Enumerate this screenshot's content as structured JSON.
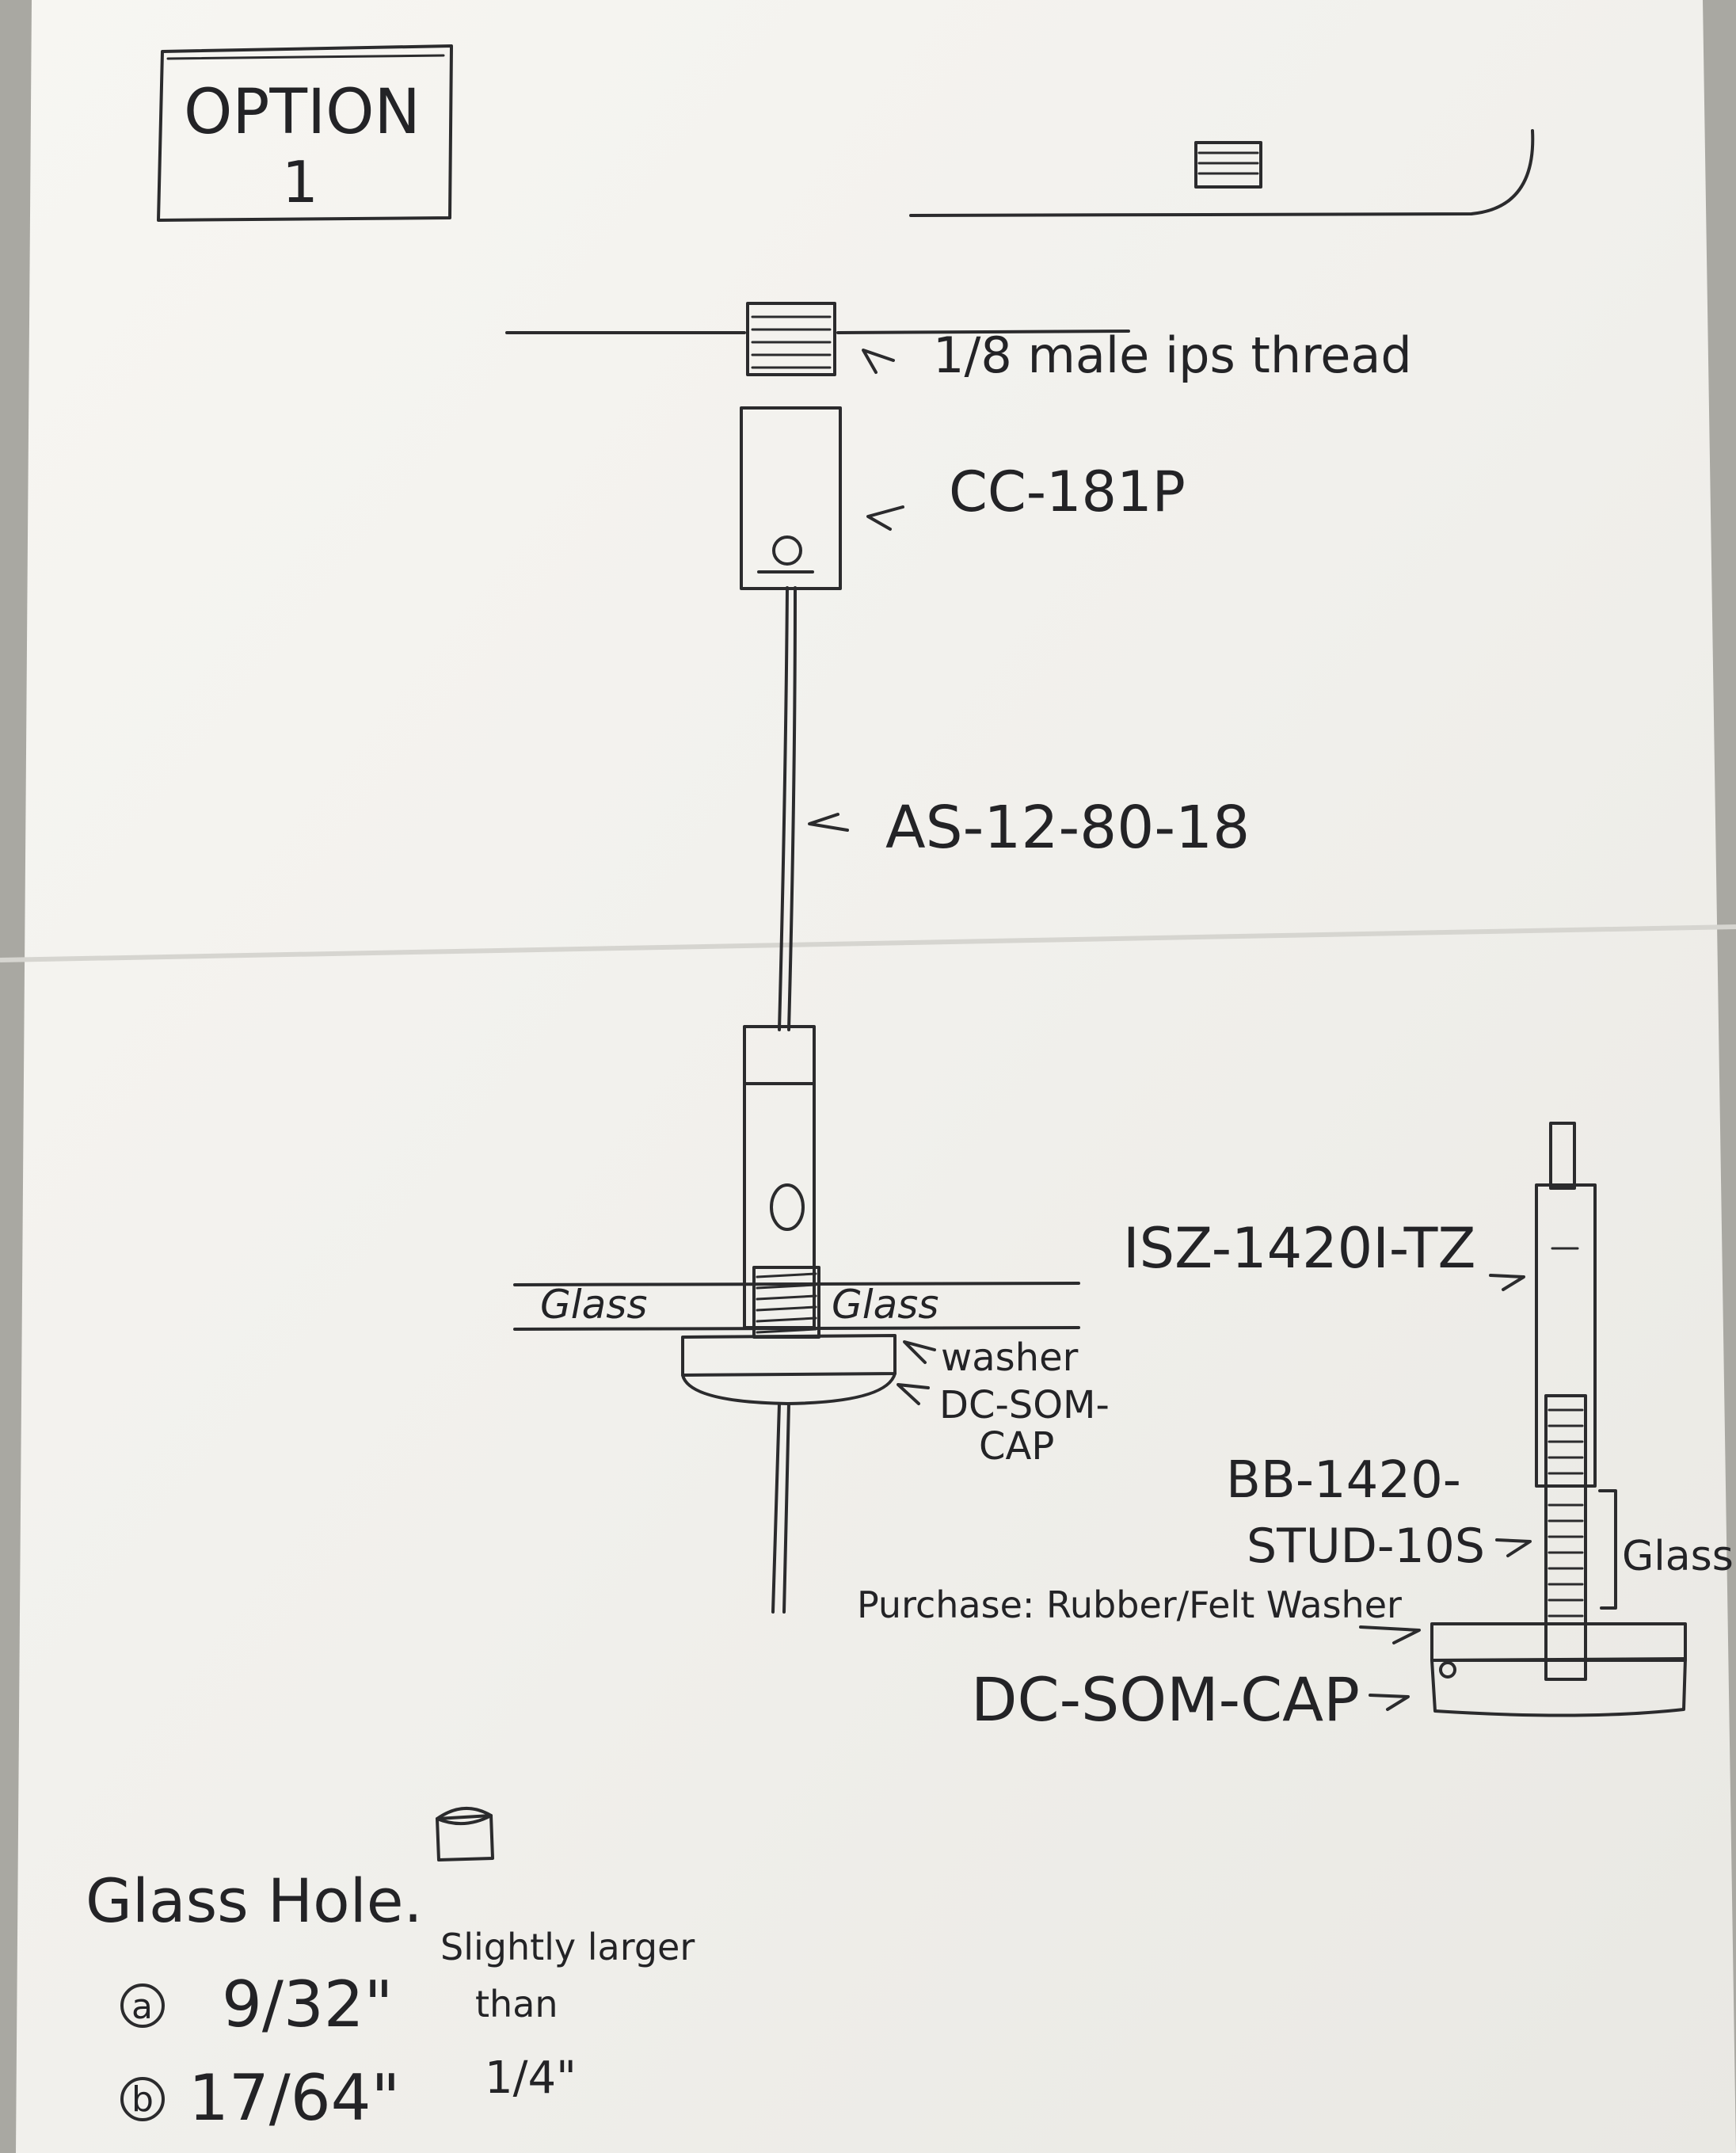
{
  "option_box": {
    "title": "OPTION",
    "number": "1"
  },
  "labels": {
    "thread": "1/8 male ips thread",
    "cc": "CC-181P",
    "cable": "AS-12-80-18",
    "glass_left": "Glass",
    "glass_right": "Glass",
    "washer": "washer",
    "cap_left_1": "DC-SOM-",
    "cap_left_2": "CAP",
    "isz": "ISZ-1420I-TZ",
    "bb_1": "BB-1420-",
    "bb_2": "STUD-10S",
    "glass_detail": "Glass",
    "purchase": "Purchase: Rubber/Felt Washer",
    "cap_detail": "DC-SOM-CAP"
  },
  "notes": {
    "glass_hole": "Glass Hole.",
    "option_a_marker": "a",
    "option_a_size": "9/32\"",
    "option_b_marker": "b",
    "option_b_size": "17/64\"",
    "slightly_1": "Slightly larger",
    "slightly_2": "than",
    "slightly_3": "1/4\""
  },
  "colors": {
    "ink": "#2b2b2d",
    "paper": "#f4f3ef",
    "background": "#a9a8a2"
  }
}
